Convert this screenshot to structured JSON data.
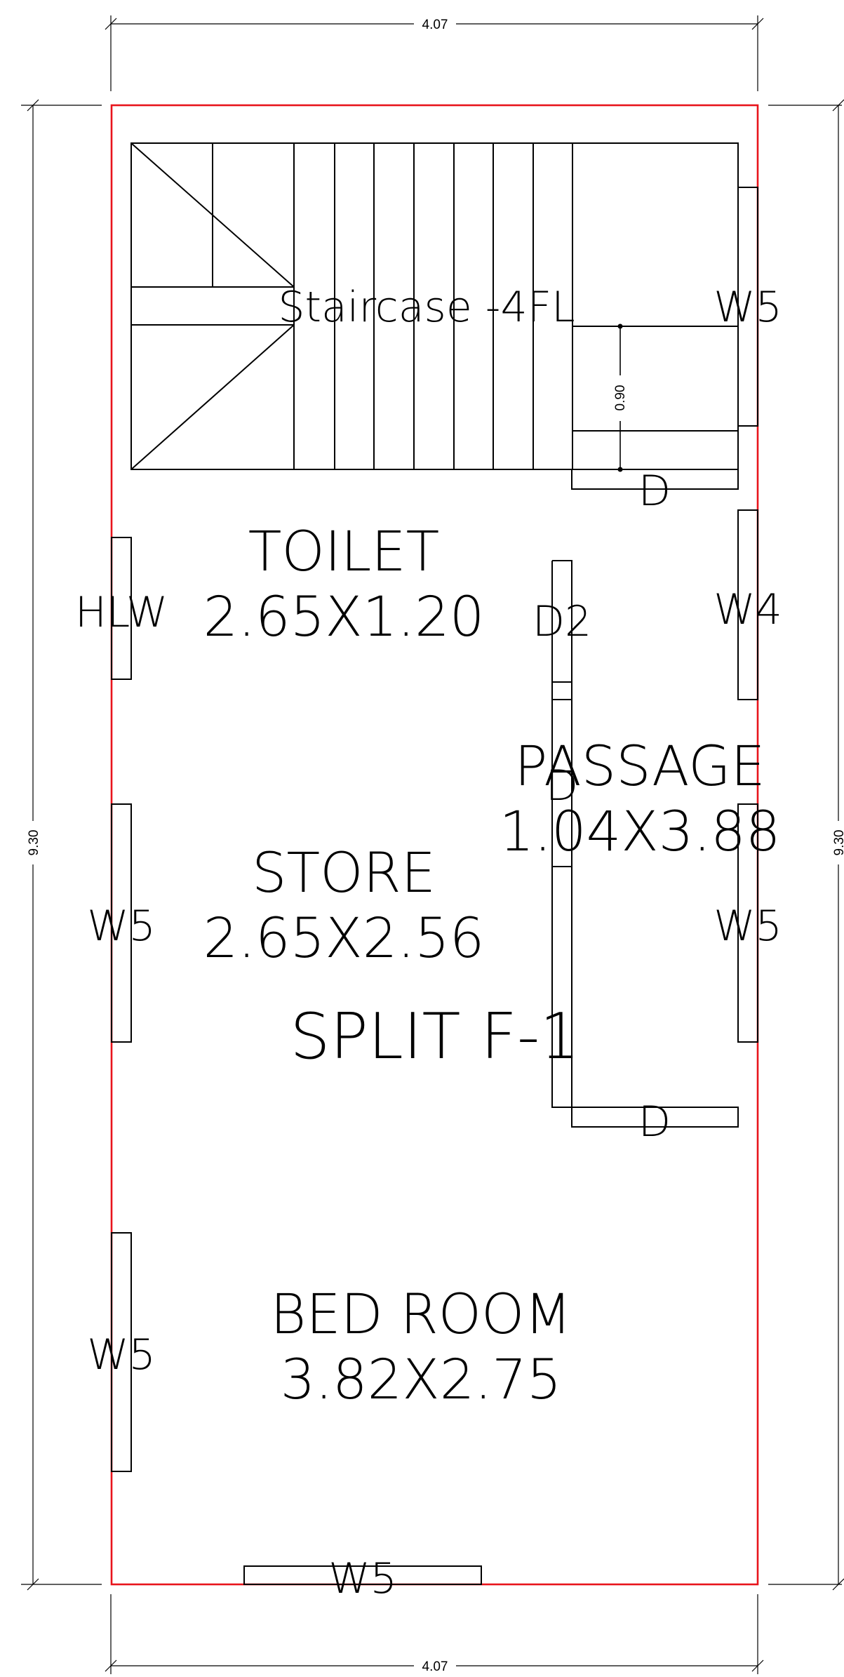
{
  "colors": {
    "boundary": "#e8141c",
    "lines": "#000000",
    "background": "#ffffff"
  },
  "dimensions": {
    "top_width": "4.07",
    "bottom_width": "4.07",
    "left_height": "9.30",
    "right_height": "9.30",
    "stair_landing": "0.90"
  },
  "rooms": {
    "staircase": "Staircase -4FL",
    "toilet_name": "TOILET",
    "toilet_size": "2.65X1.20",
    "passage_name": "PASSAGE",
    "passage_size": "1.04X3.88",
    "store_name": "STORE",
    "store_size": "2.65X2.56",
    "split": "SPLIT F-1",
    "bedroom_name": "BED ROOM",
    "bedroom_size": "3.82X2.75"
  },
  "openings": {
    "w5_stair": "W5",
    "door_stair": "D",
    "hlw": "HLW",
    "d2": "D2",
    "w4": "W4",
    "door_passage": "D",
    "w5_store": "W5",
    "w5_passage": "W5",
    "door_bedroom": "D",
    "w5_bed_left": "W5",
    "w5_bed_bottom": "W5"
  }
}
